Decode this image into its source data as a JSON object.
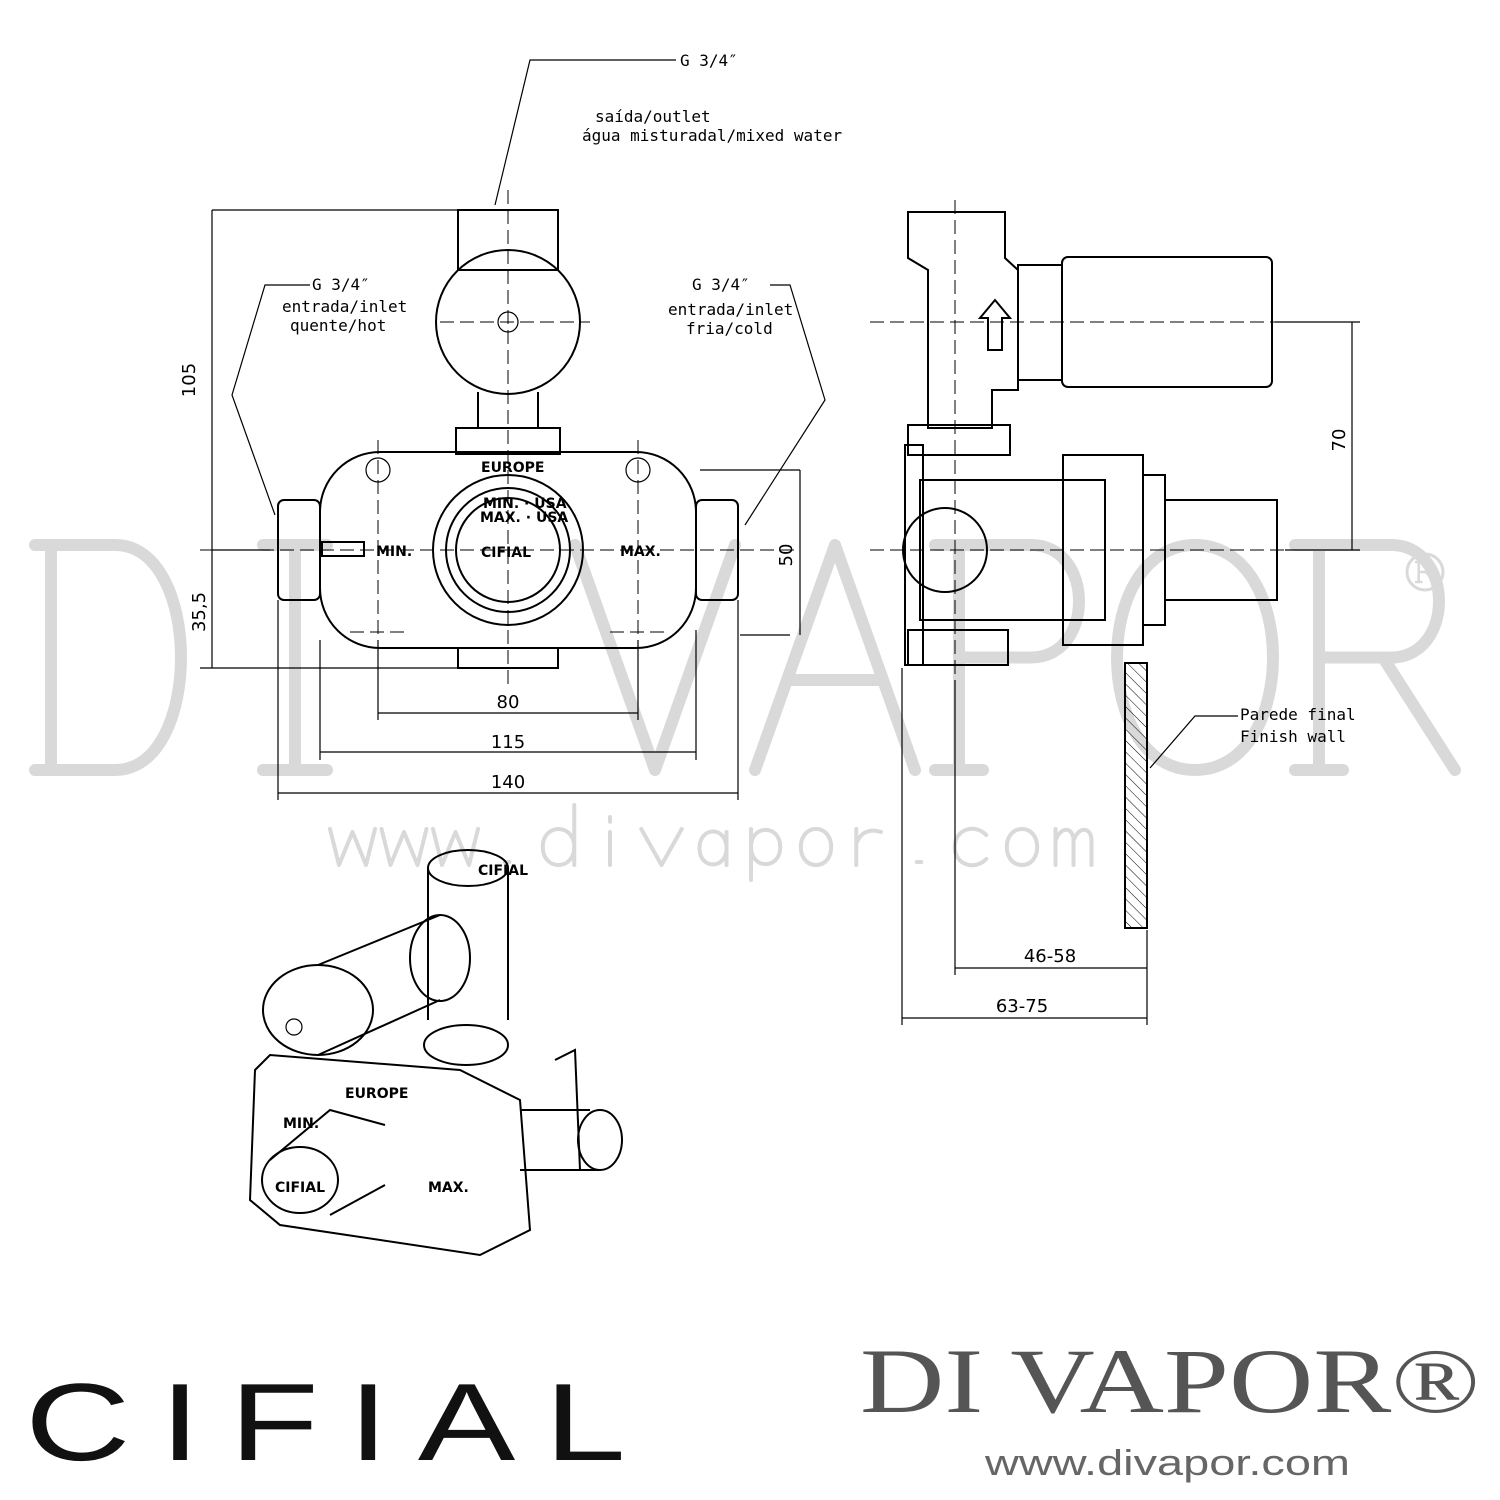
{
  "outlet": {
    "thread": "G 3/4″",
    "line1": "saída/outlet",
    "line2": "água misturadal/mixed water"
  },
  "hot_inlet": {
    "thread": "G 3/4″",
    "line1": "entrada/inlet",
    "line2": "quente/hot"
  },
  "cold_inlet": {
    "thread": "G 3/4″",
    "line1": "entrada/inlet",
    "line2": "fria/cold"
  },
  "body_labels": {
    "europe": "EUROPE",
    "min": "MIN.",
    "max": "MAX.",
    "min_usa": "MIN. · USA",
    "max_usa": "MAX. · USA",
    "brand": "CIFIAL"
  },
  "dimensions": {
    "height_total": "105",
    "height_lower": "35,5",
    "height_body": "50",
    "width_80": "80",
    "width_115": "115",
    "width_140": "140",
    "side_height": "70",
    "depth_min": "46-58",
    "depth_max": "63-75"
  },
  "finish_wall": {
    "line1": "Parede final",
    "line2": "Finish wall"
  },
  "watermark": {
    "name": "DI VAPOR",
    "reg": "®",
    "url": "www.divapor.com"
  },
  "footer": {
    "brand_logo": "CIFIAL",
    "dealer_logo": "DI VAPOR®",
    "dealer_url": "www.divapor.com"
  }
}
